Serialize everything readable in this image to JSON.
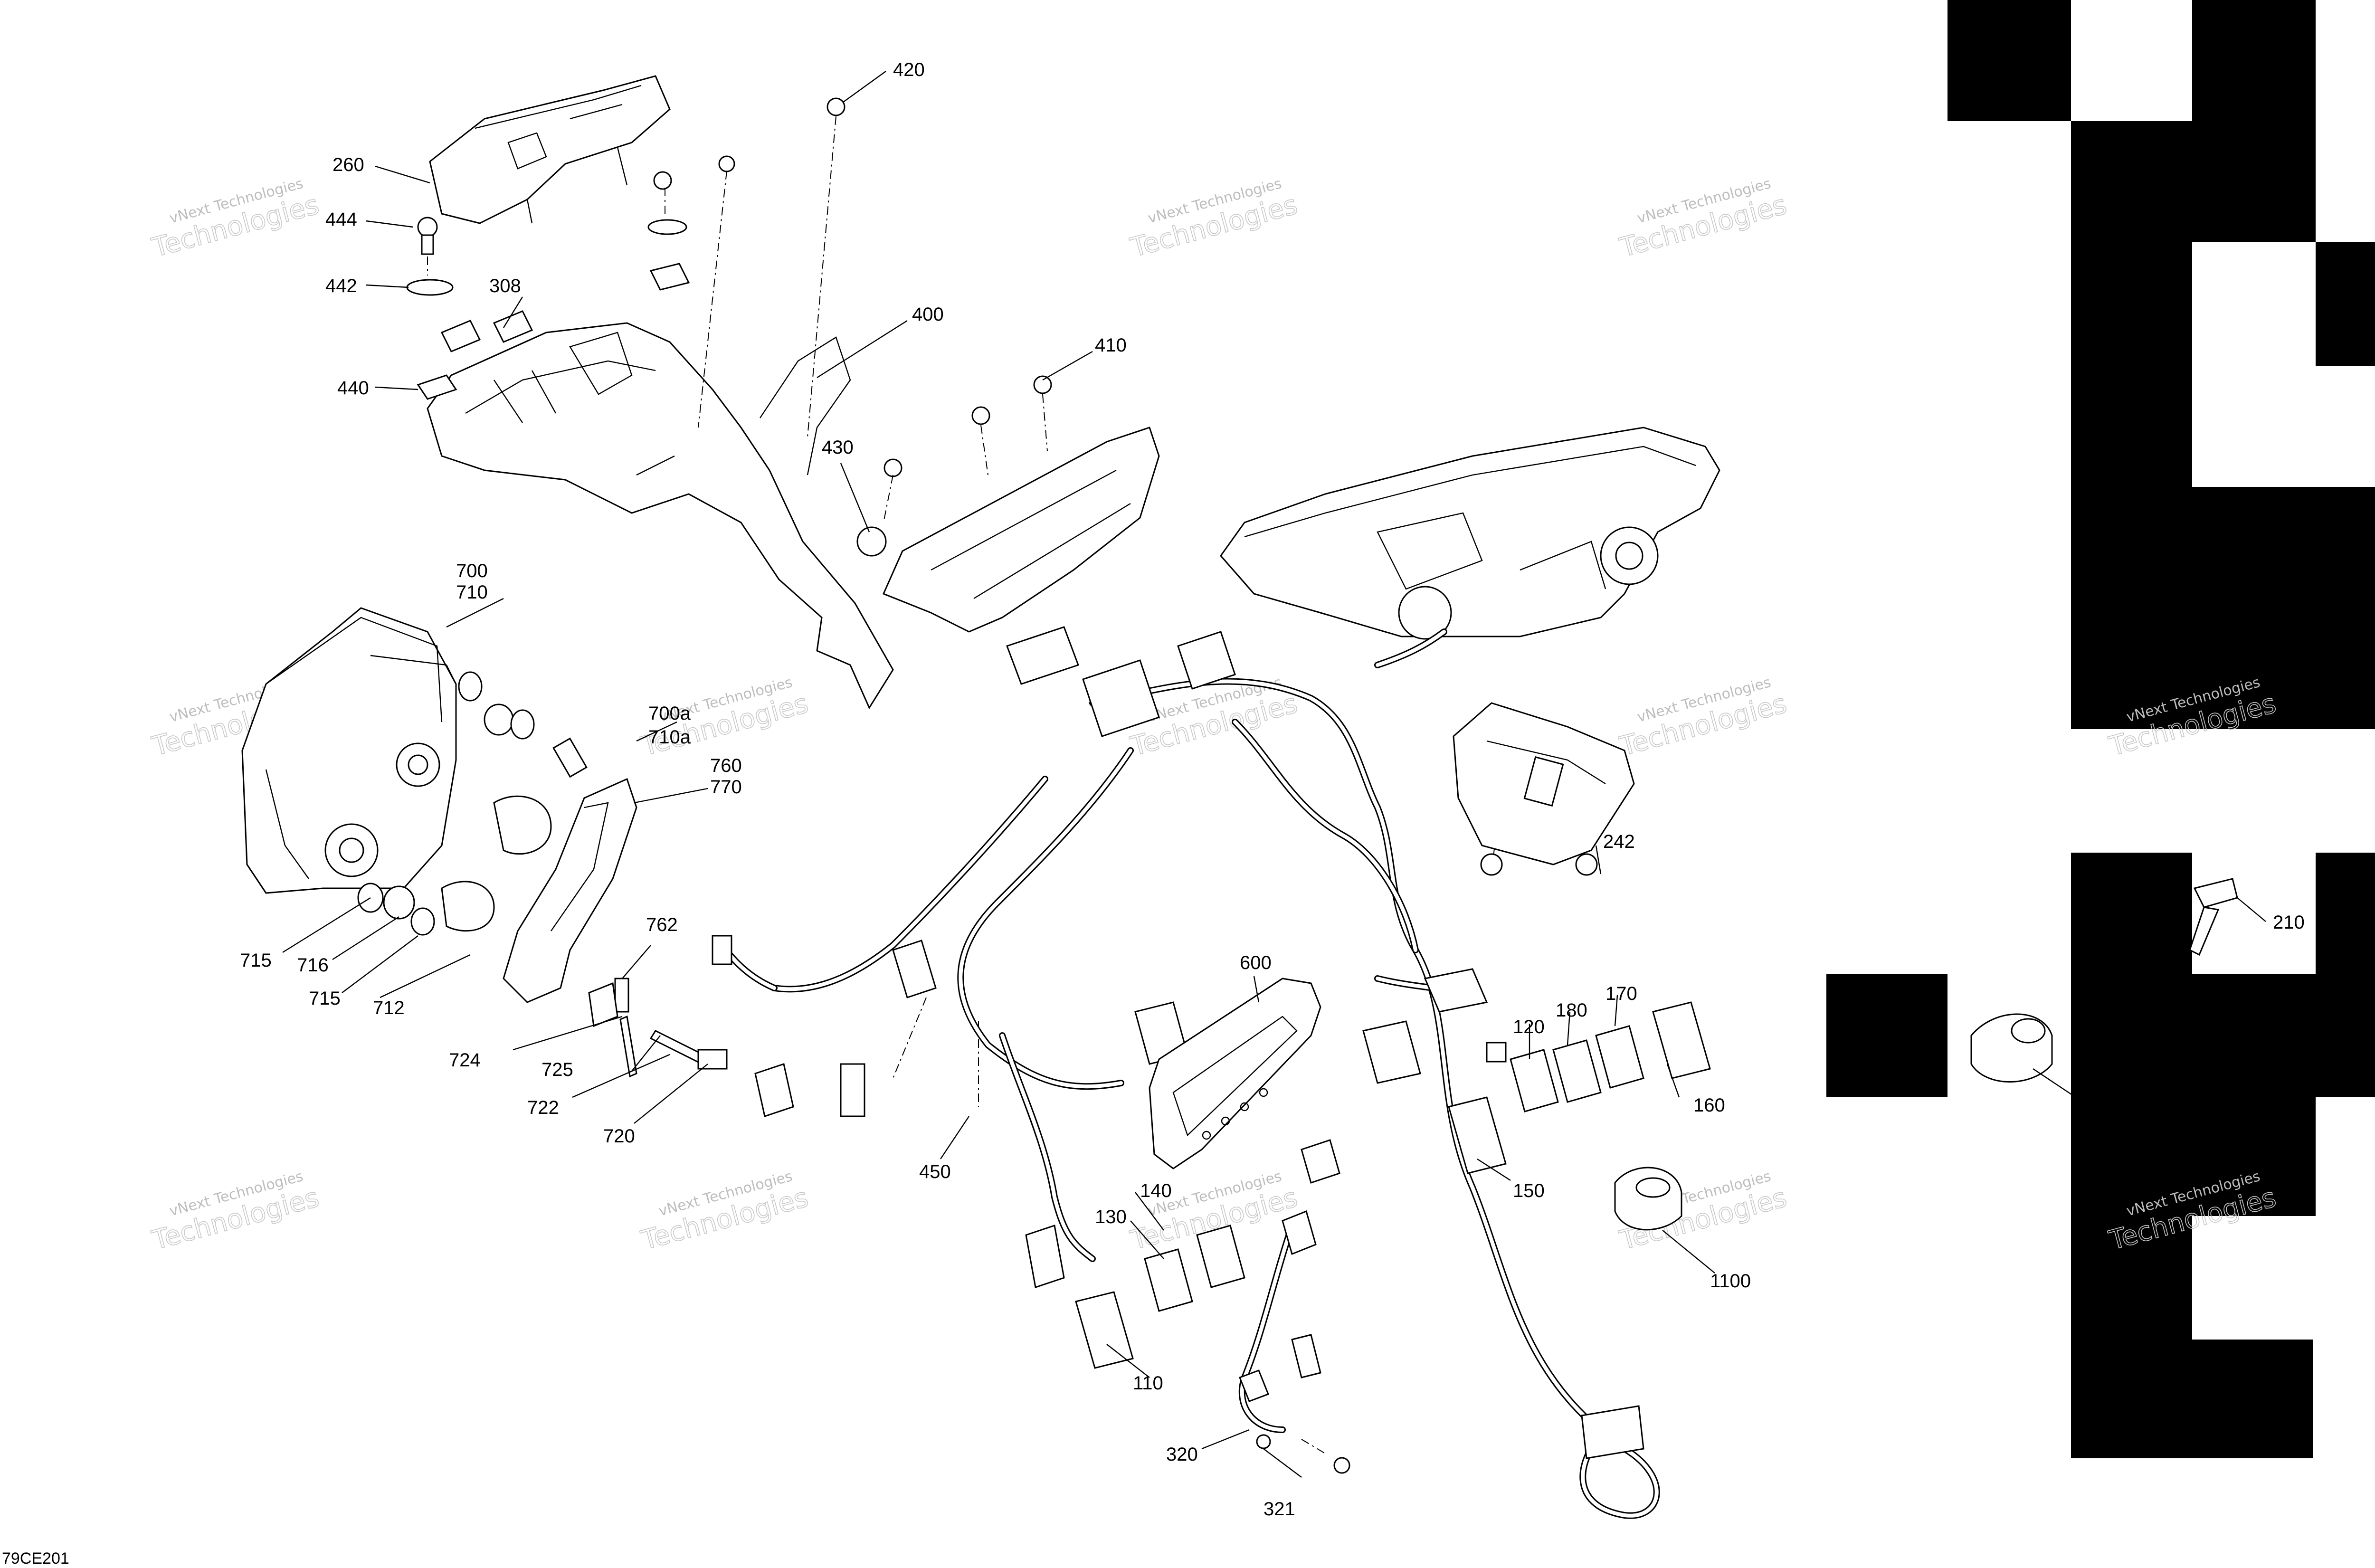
{
  "diagram_id": "79CE201",
  "watermark": {
    "line1": "vNext Technologies",
    "line2": "Technologies"
  },
  "callouts": [
    "420",
    "260",
    "444",
    "442",
    "308",
    "440",
    "400",
    "410",
    "430",
    "700",
    "710",
    "700a",
    "710a",
    "760",
    "770",
    "715",
    "716",
    "715",
    "712",
    "762",
    "724",
    "725",
    "722",
    "720",
    "600",
    "450",
    "242",
    "210",
    "210",
    "120",
    "180",
    "170",
    "160",
    "150",
    "1100",
    "140",
    "130",
    "110",
    "320",
    "321"
  ]
}
